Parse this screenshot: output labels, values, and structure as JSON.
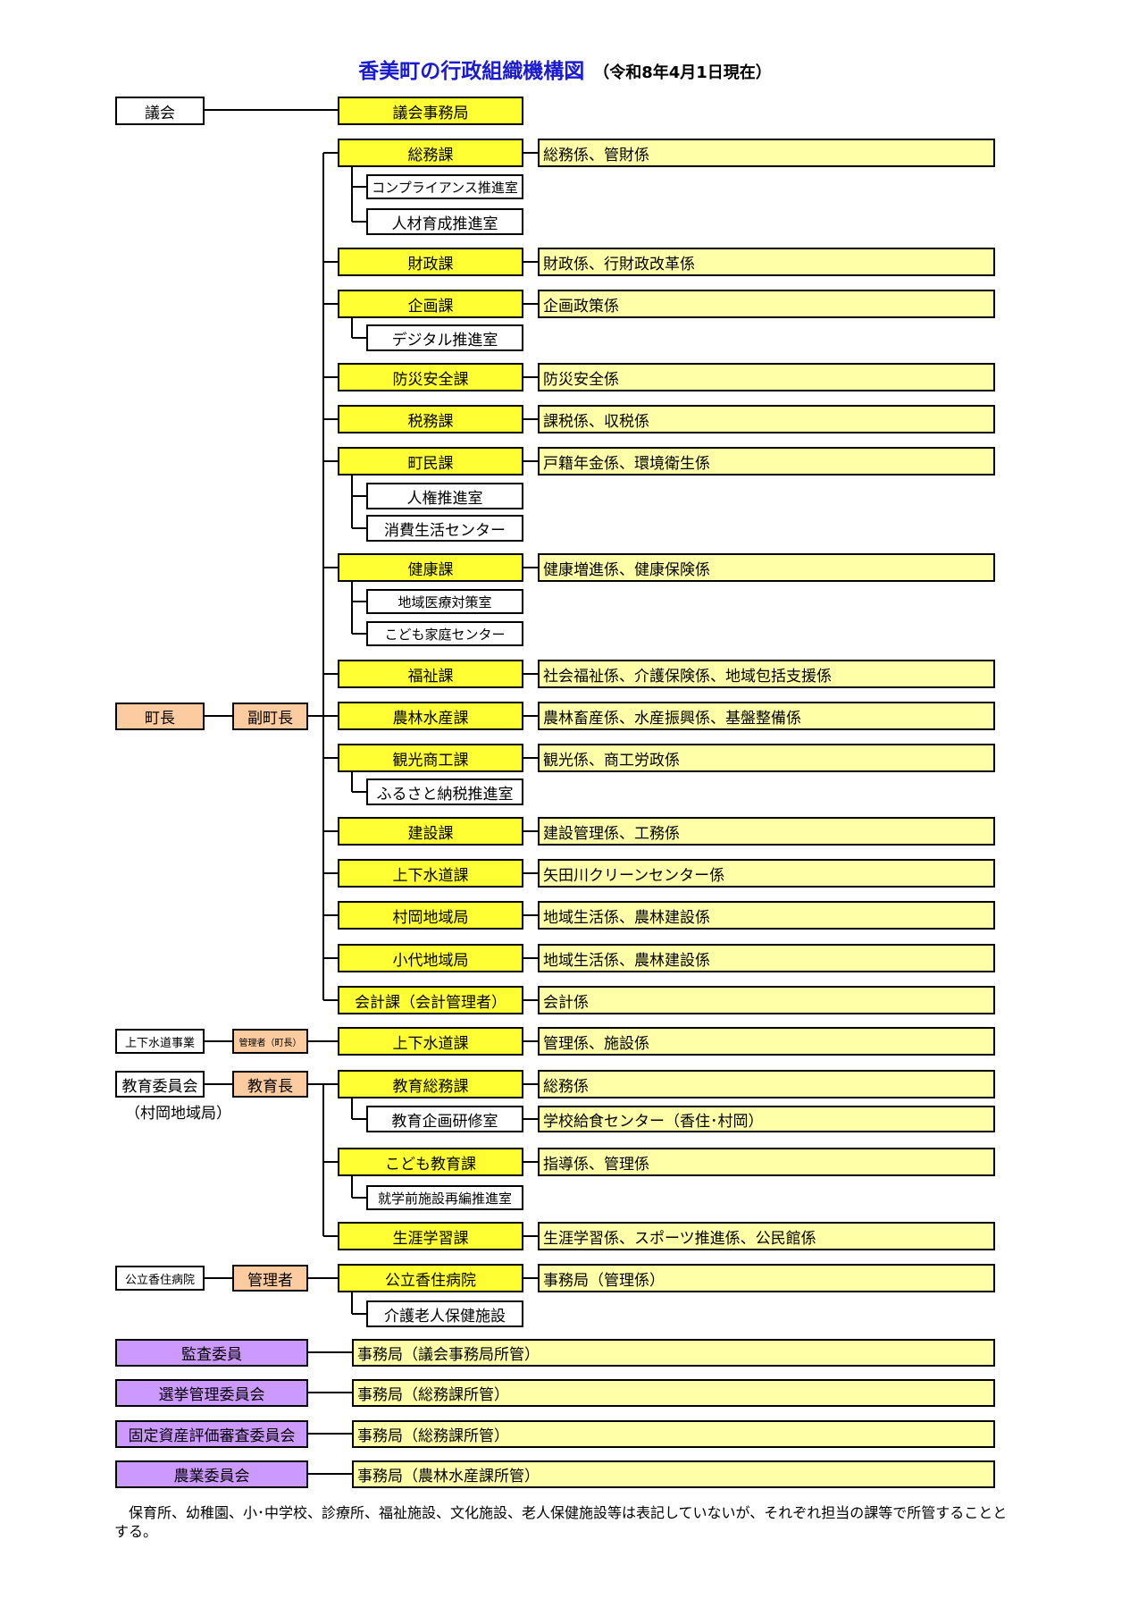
{
  "title": {
    "main": "香美町の行政組織機構図",
    "date": "（令和8年4月1日現在）"
  },
  "council": {
    "label": "議会",
    "secretariat": "議会事務局"
  },
  "mayor": "町長",
  "deputy_mayor": "副町長",
  "departments": [
    {
      "name": "総務課",
      "sections": "総務係、管財係",
      "subs": [
        "コンプライアンス推進室",
        "人材育成推進室"
      ]
    },
    {
      "name": "財政課",
      "sections": "財政係、行財政改革係",
      "subs": []
    },
    {
      "name": "企画課",
      "sections": "企画政策係",
      "subs": [
        "デジタル推進室"
      ]
    },
    {
      "name": "防災安全課",
      "sections": "防災安全係",
      "subs": []
    },
    {
      "name": "税務課",
      "sections": "課税係、収税係",
      "subs": []
    },
    {
      "name": "町民課",
      "sections": "戸籍年金係、環境衛生係",
      "subs": [
        "人権推進室",
        "消費生活センター"
      ]
    },
    {
      "name": "健康課",
      "sections": "健康増進係、健康保険係",
      "subs": [
        "地域医療対策室",
        "こども家庭センター"
      ]
    },
    {
      "name": "福祉課",
      "sections": "社会福祉係、介護保険係、地域包括支援係",
      "subs": []
    },
    {
      "name": "農林水産課",
      "sections": "農林畜産係、水産振興係、基盤整備係",
      "subs": []
    },
    {
      "name": "観光商工課",
      "sections": "観光係、商工労政係",
      "subs": [
        "ふるさと納税推進室"
      ]
    },
    {
      "name": "建設課",
      "sections": "建設管理係、工務係",
      "subs": []
    },
    {
      "name": "上下水道課",
      "sections": "矢田川クリーンセンター係",
      "subs": []
    },
    {
      "name": "村岡地域局",
      "sections": "地域生活係、農林建設係",
      "subs": []
    },
    {
      "name": "小代地域局",
      "sections": "地域生活係、農林建設係",
      "subs": []
    },
    {
      "name": "会計課（会計管理者）",
      "sections": "会計係",
      "subs": []
    }
  ],
  "water": {
    "label": "上下水道事業",
    "manager": "管理者（町長）",
    "dept": "上下水道課",
    "sections": "管理係、施設係"
  },
  "education": {
    "board": "教育委員会",
    "board_note": "（村岡地域局）",
    "superintendent": "教育長",
    "depts": [
      {
        "name": "教育総務課",
        "sections": "総務係",
        "subs": [
          {
            "name": "教育企画研修室",
            "sections": "学校給食センター（香住･村岡）"
          }
        ]
      },
      {
        "name": "こども教育課",
        "sections": "指導係、管理係",
        "subs": [
          {
            "name": "就学前施設再編推進室",
            "sections": ""
          }
        ]
      },
      {
        "name": "生涯学習課",
        "sections": "生涯学習係、スポーツ推進係、公民館係",
        "subs": []
      }
    ]
  },
  "hospital": {
    "label": "公立香住病院",
    "manager": "管理者",
    "name": "公立香住病院",
    "sections": "事務局（管理係）",
    "sub": "介護老人保健施設"
  },
  "committees": [
    {
      "name": "監査委員",
      "office": "事務局（議会事務局所管）"
    },
    {
      "name": "選挙管理委員会",
      "office": "事務局（総務課所管）"
    },
    {
      "name": "固定資産評価審査委員会",
      "office": "事務局（総務課所管）"
    },
    {
      "name": "農業委員会",
      "office": "事務局（農林水産課所管）"
    }
  ],
  "note": "保育所、幼稚園、小･中学校、診療所、福祉施設、文化施設、老人保健施設等は表記していないが、それぞれ担当の課等で所管することとする。",
  "colors": {
    "title": "#1a1ad0",
    "dept": "#ffff33",
    "section": "#ffffa8",
    "exec": "#fccca0",
    "committee": "#cc99ff"
  }
}
